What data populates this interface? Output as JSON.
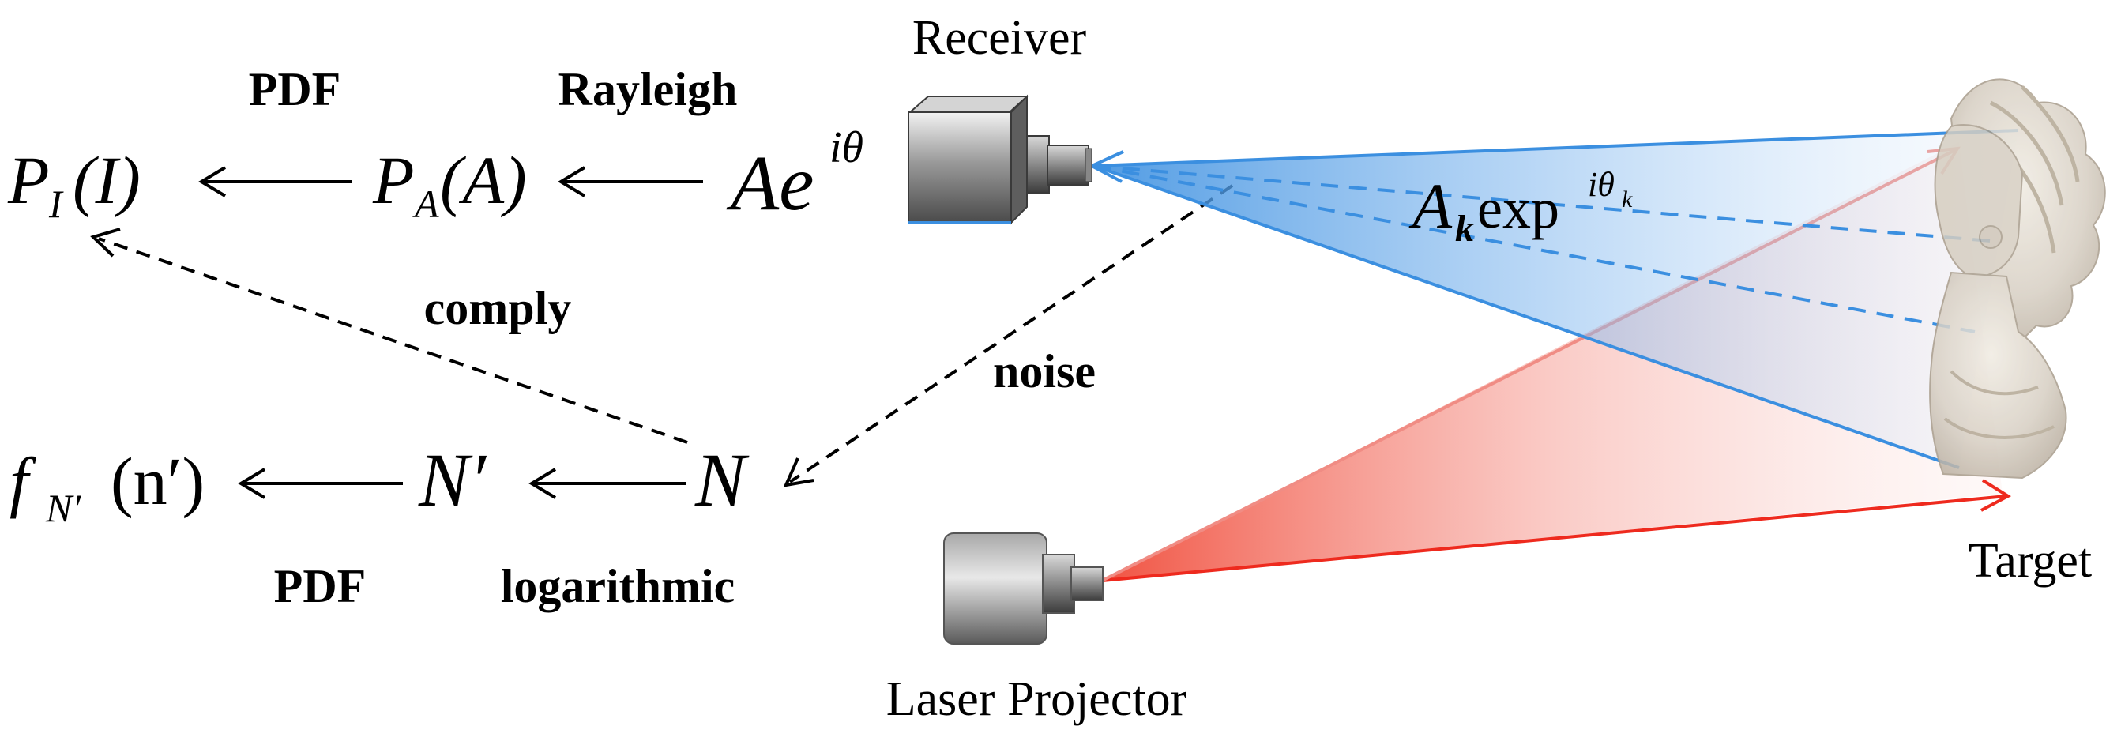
{
  "labels": {
    "receiver": "Receiver",
    "target": "Target",
    "laser_projector": "Laser Projector",
    "pdf_top": "PDF",
    "rayleigh": "Rayleigh",
    "comply": "comply",
    "noise": "noise",
    "pdf_bottom": "PDF",
    "logarithmic": "logarithmic"
  },
  "formulas": {
    "pi_main": "P",
    "pi_sub": "I",
    "pi_arg": "(I)",
    "pa_main": "P",
    "pa_sub": "A",
    "pa_arg": "(A)",
    "ae_base": "Ae",
    "ae_sup": "iθ",
    "ak_base": "A",
    "ak_sub": "k",
    "ak_exp": " exp",
    "ak_sup": "iθ",
    "ak_sup_sub": "k",
    "f_main": "f",
    "f_sub": "N′",
    "f_arg": "(n′)",
    "nprime": "N′",
    "n": "N"
  },
  "colors": {
    "receiver_beam": "#3b8fe0",
    "projector_beam": "#ee2a1e",
    "arrows": "#000000",
    "statue": "#d8d0c4"
  }
}
